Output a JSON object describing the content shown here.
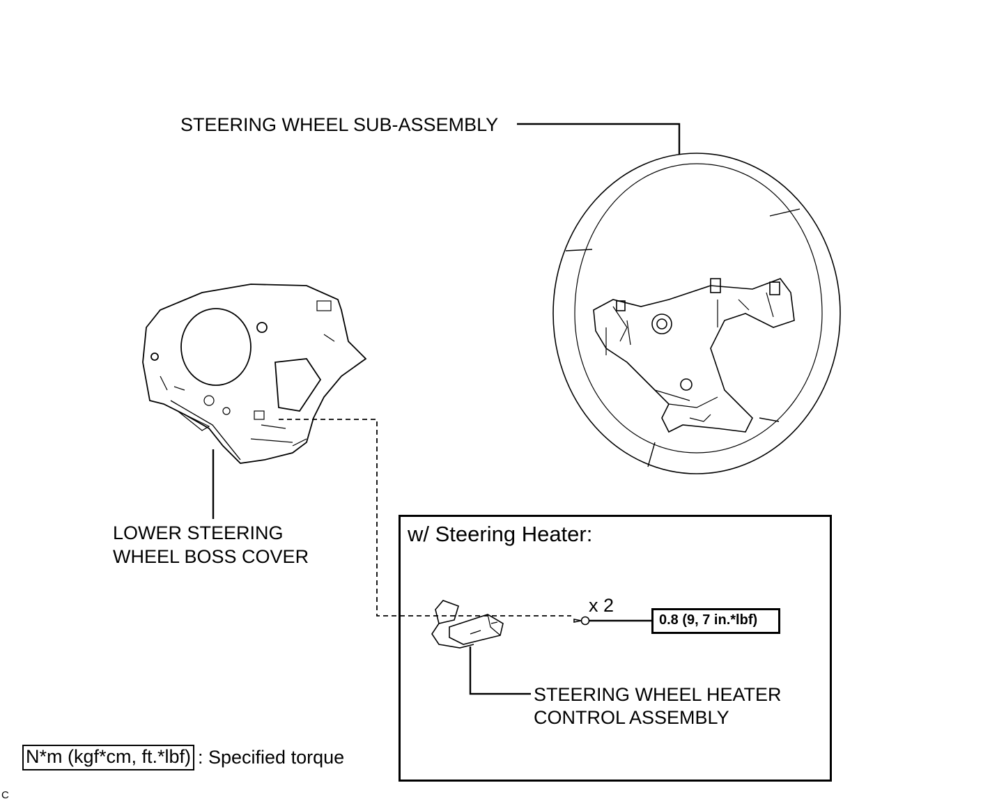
{
  "labels": {
    "wheel": "STEERING WHEEL SUB-ASSEMBLY",
    "boss_cover_line1": "LOWER STEERING",
    "boss_cover_line2": "WHEEL BOSS COVER",
    "heater_title": "w/ Steering Heater:",
    "qty": "x 2",
    "torque": "0.8 (9, 7 in.*lbf)",
    "heater_line1": "STEERING WHEEL HEATER",
    "heater_line2": "CONTROL ASSEMBLY",
    "legend_box": "N*m (kgf*cm, ft.*lbf)",
    "legend_text": ": Specified torque",
    "corner_mark": "C"
  }
}
